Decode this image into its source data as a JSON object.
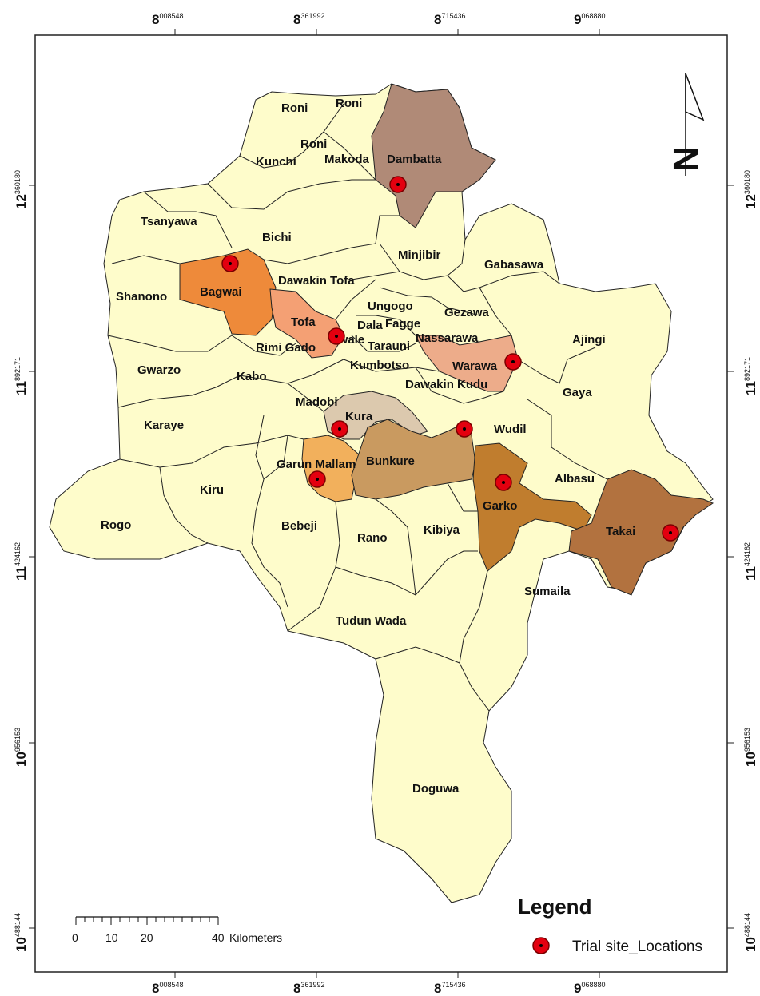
{
  "map": {
    "colors": {
      "base": "#fefccb",
      "dambatta": "#b08a77",
      "bagwai": "#ee8a3a",
      "tofa": "#f4a074",
      "warawa": "#edac8a",
      "kura": "#dcc9ae",
      "garun_mallam": "#f2b05c",
      "bunkure": "#c99a60",
      "garko": "#c07d2e",
      "takai": "#b2723f",
      "site": "#e3000f"
    },
    "lgas": [
      {
        "id": "roni-1",
        "name": "Roni"
      },
      {
        "id": "roni-2",
        "name": "Roni"
      },
      {
        "id": "roni-3",
        "name": "Roni"
      },
      {
        "id": "kunchi",
        "name": "Kunchi"
      },
      {
        "id": "makoda",
        "name": "Makoda"
      },
      {
        "id": "dambatta",
        "name": "Dambatta"
      },
      {
        "id": "tsanyawa",
        "name": "Tsanyawa"
      },
      {
        "id": "bichi",
        "name": "Bichi"
      },
      {
        "id": "minjibir",
        "name": "Minjibir"
      },
      {
        "id": "gabasawa",
        "name": "Gabasawa"
      },
      {
        "id": "bagwai",
        "name": "Bagwai"
      },
      {
        "id": "dawakin-tofa",
        "name": "Dawakin Tofa"
      },
      {
        "id": "shanono",
        "name": "Shanono"
      },
      {
        "id": "ungogo",
        "name": "Ungogo"
      },
      {
        "id": "gezawa",
        "name": "Gezawa"
      },
      {
        "id": "tofa",
        "name": "Tofa"
      },
      {
        "id": "dala",
        "name": "Dala"
      },
      {
        "id": "fagge",
        "name": "Fagge"
      },
      {
        "id": "nassarawa",
        "name": "Nassarawa"
      },
      {
        "id": "gwale",
        "name": "Gwale"
      },
      {
        "id": "tarauni",
        "name": "Tarauni"
      },
      {
        "id": "rimi-gado",
        "name": "Rimi Gado"
      },
      {
        "id": "ajingi",
        "name": "Ajingi"
      },
      {
        "id": "warawa",
        "name": "Warawa"
      },
      {
        "id": "kumbotso",
        "name": "Kumbotso"
      },
      {
        "id": "gwarzo",
        "name": "Gwarzo"
      },
      {
        "id": "kabo",
        "name": "Kabo"
      },
      {
        "id": "madobi",
        "name": "Madobi"
      },
      {
        "id": "dawakin-kudu",
        "name": "Dawakin Kudu"
      },
      {
        "id": "gaya",
        "name": "Gaya"
      },
      {
        "id": "kura",
        "name": "Kura"
      },
      {
        "id": "karaye",
        "name": "Karaye"
      },
      {
        "id": "wudil",
        "name": "Wudil"
      },
      {
        "id": "garun-mallam",
        "name": "Garun Mallam"
      },
      {
        "id": "bunkure",
        "name": "Bunkure"
      },
      {
        "id": "albasu",
        "name": "Albasu"
      },
      {
        "id": "kiru",
        "name": "Kiru"
      },
      {
        "id": "garko",
        "name": "Garko"
      },
      {
        "id": "rogo",
        "name": "Rogo"
      },
      {
        "id": "bebeji",
        "name": "Bebeji"
      },
      {
        "id": "takai",
        "name": "Takai"
      },
      {
        "id": "kibiya",
        "name": "Kibiya"
      },
      {
        "id": "rano",
        "name": "Rano"
      },
      {
        "id": "sumaila",
        "name": "Sumaila"
      },
      {
        "id": "tudun-wada",
        "name": "Tudun Wada"
      },
      {
        "id": "doguwa",
        "name": "Doguwa"
      }
    ],
    "trial_sites": [
      "Dambatta",
      "Bagwai",
      "Gwale",
      "Warawa",
      "Kura",
      "Dawakin Kudu",
      "Garun Mallam",
      "Garko",
      "Takai"
    ]
  },
  "graticule": {
    "longitudes": [
      {
        "major": "8",
        "minor": "008548"
      },
      {
        "major": "8",
        "minor": "361992"
      },
      {
        "major": "8",
        "minor": "715436"
      },
      {
        "major": "9",
        "minor": "068880"
      }
    ],
    "latitudes": [
      {
        "major": "12",
        "minor": "360180"
      },
      {
        "major": "11",
        "minor": "892171"
      },
      {
        "major": "11",
        "minor": "424162"
      },
      {
        "major": "10",
        "minor": "956153"
      },
      {
        "major": "10",
        "minor": "488144"
      }
    ]
  },
  "scale_bar": {
    "ticks": [
      "0",
      "10",
      "20",
      "40"
    ],
    "unit": "Kilometers"
  },
  "north_arrow": {
    "label": "N"
  },
  "legend": {
    "title": "Legend",
    "items": [
      {
        "label": "Trial site_Locations",
        "icon": "red-dot-icon"
      }
    ]
  }
}
